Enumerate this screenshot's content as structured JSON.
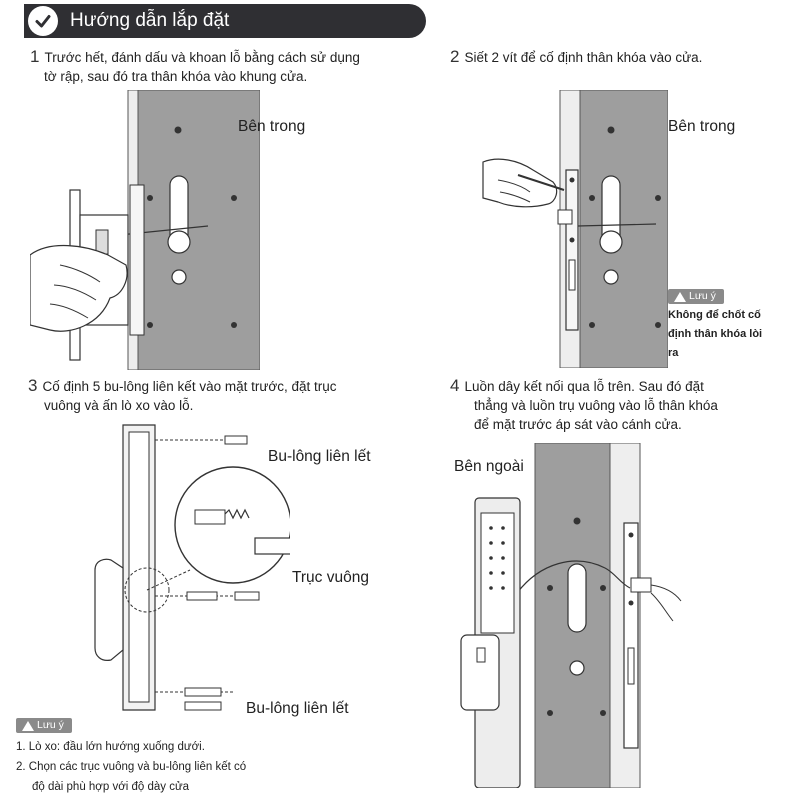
{
  "header": {
    "title": "Hướng dẫn lắp đặt"
  },
  "steps": [
    {
      "num": "1",
      "line1": "Trước hết, đánh dấu và khoan lỗ bằng cách sử dụng",
      "line2": "tờ rập, sau đó tra thân khóa vào khung cửa."
    },
    {
      "num": "2",
      "line1": "Siết 2 vít để cố định thân khóa vào cửa."
    },
    {
      "num": "3",
      "line1": "Cố định 5 bu-lông liên kết vào mặt trước, đặt trục",
      "line2": "vuông và ấn lò xo vào lỗ."
    },
    {
      "num": "4",
      "line1": "Luồn dây kết nối qua lỗ trên. Sau đó đặt",
      "line2": "thẳng và luồn trụ vuông vào lỗ thân khóa",
      "line3": "để mặt trước áp sát vào cánh cửa."
    }
  ],
  "labels": {
    "inside1": "Bên trong",
    "inside2": "Bên trong",
    "bolt_top": "Bu-lông liên lết",
    "square_shaft": "Trục vuông",
    "bolt_bottom": "Bu-lông liên lết",
    "outside": "Bên ngoài"
  },
  "notes": {
    "badge": "Lưu ý",
    "step2_text": [
      "Không để chốt cố",
      "định thân khóa lòi",
      "ra"
    ],
    "step3_items": [
      "1. Lò xo: đầu lớn hướng xuống dưới.",
      "2. Chọn các trục vuông và bu-lông liên kết có",
      "độ dài phù hợp với độ dày cửa"
    ]
  }
}
